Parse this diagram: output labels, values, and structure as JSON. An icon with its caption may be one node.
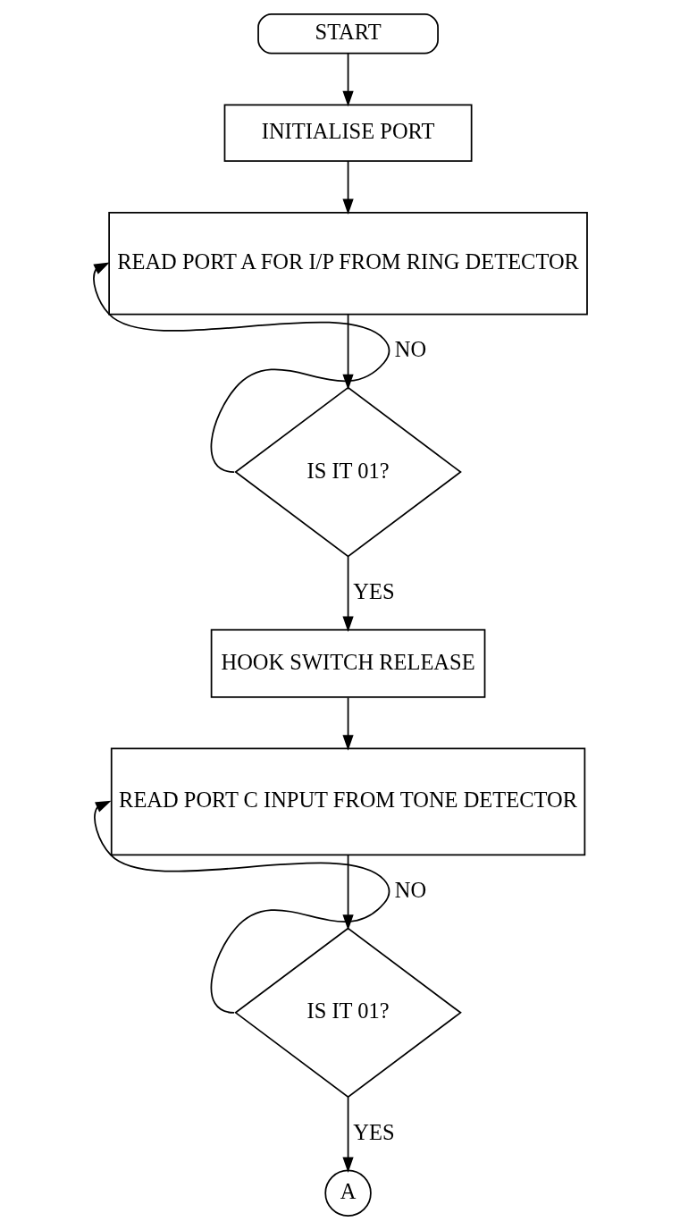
{
  "diagram": {
    "nodes": [
      {
        "text": [
          "START"
        ]
      },
      {
        "text": [
          "INITIALISE PORT"
        ]
      },
      {
        "text": [
          "READ PORT A FOR I/P FROM RING DETECTOR"
        ]
      },
      {
        "text": [
          "IS IT 01?"
        ]
      },
      {
        "text": [
          "HOOK SWITCH RELEASE"
        ]
      },
      {
        "text": [
          "READ PORT C INPUT FROM TONE DETECTOR"
        ]
      },
      {
        "text": [
          "IS IT 01?"
        ]
      },
      {
        "text": [
          "A"
        ]
      }
    ],
    "edges": [
      {
        "from": 0,
        "to": 1,
        "arrow": "to"
      },
      {
        "from": 1,
        "to": 2,
        "arrow": "to"
      },
      {
        "from": 2,
        "to": 3,
        "arrow": "to"
      },
      {
        "from": 3,
        "to": 2,
        "label": "NO",
        "arrow": "to"
      },
      {
        "from": 3,
        "to": 4,
        "label": "YES",
        "arrow": "to"
      },
      {
        "from": 4,
        "to": 5,
        "arrow": "to"
      },
      {
        "from": 5,
        "to": 6,
        "arrow": "to"
      },
      {
        "from": 6,
        "to": 5,
        "label": "NO",
        "arrow": "to"
      },
      {
        "from": 6,
        "to": 7,
        "label": "YES",
        "arrow": "to"
      }
    ]
  }
}
